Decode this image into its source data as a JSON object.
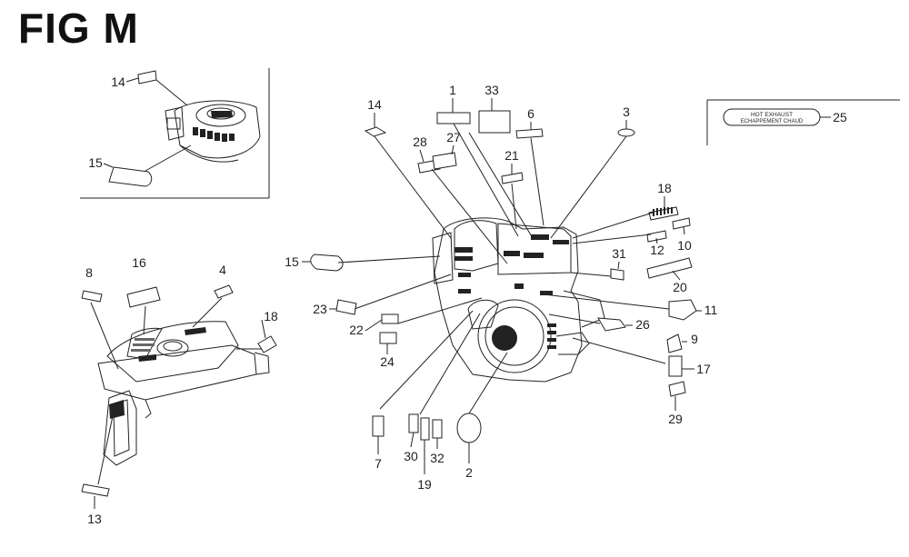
{
  "figure": {
    "title": "FIG M"
  },
  "callouts": {
    "c1": "1",
    "c2": "2",
    "c3": "3",
    "c4": "4",
    "c6": "6",
    "c7": "7",
    "c8": "8",
    "c9": "9",
    "c10": "10",
    "c11": "11",
    "c12": "12",
    "c13": "13",
    "c14a": "14",
    "c14b": "14",
    "c15a": "15",
    "c15b": "15",
    "c16": "16",
    "c17": "17",
    "c18a": "18",
    "c18b": "18",
    "c19": "19",
    "c20": "20",
    "c21": "21",
    "c22": "22",
    "c23": "23",
    "c24": "24",
    "c25": "25",
    "c26": "26",
    "c27": "27",
    "c28": "28",
    "c29": "29",
    "c30": "30",
    "c31": "31",
    "c32": "32",
    "c33": "33"
  },
  "legend_box": {
    "label_line1": "HOT EXHAUST",
    "label_line2": "ECHAPPEMENT CHAUD"
  }
}
